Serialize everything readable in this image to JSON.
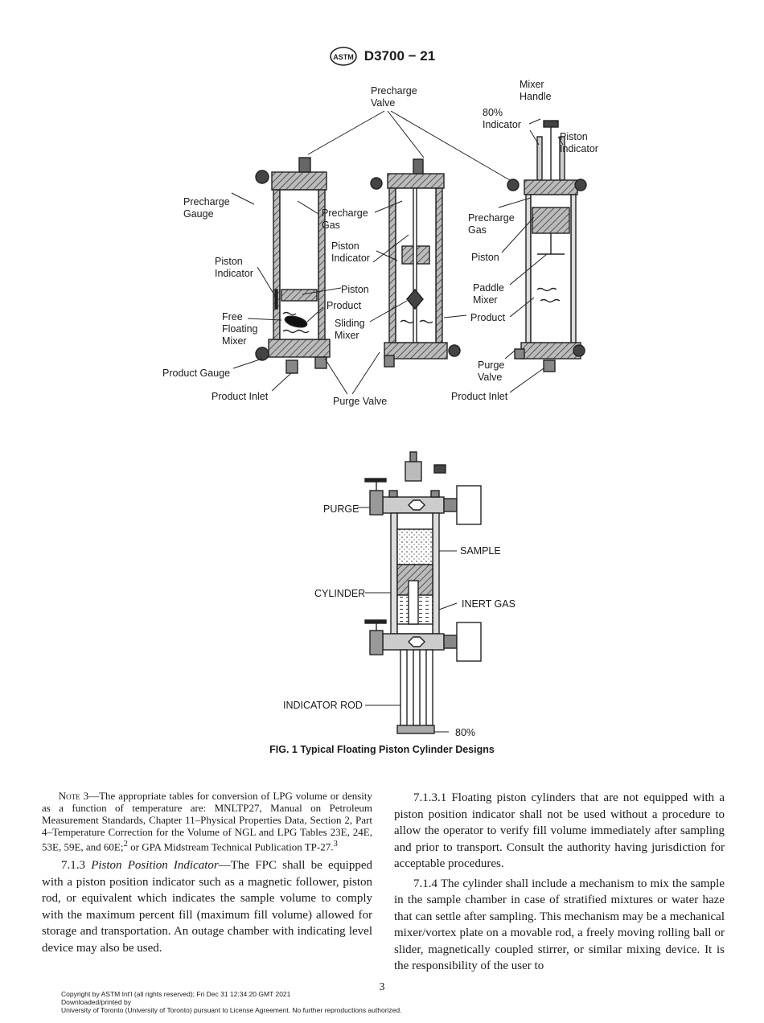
{
  "header": {
    "designation": "D3700 − 21",
    "logo_text": "ASTM"
  },
  "figure": {
    "labels": {
      "precharge_valve_1": "Precharge",
      "precharge_valve_2": "Valve",
      "mixer_handle_1": "Mixer",
      "mixer_handle_2": "Handle",
      "pct80_indicator_1": "80%",
      "pct80_indicator_2": "Indicator",
      "piston_indicator_r1": "Piston",
      "piston_indicator_r2": "Indicator",
      "precharge_gauge_1": "Precharge",
      "precharge_gauge_2": "Gauge",
      "precharge_gas_m1": "Precharge",
      "precharge_gas_m2": "Gas",
      "precharge_gas_r1": "Precharge",
      "precharge_gas_r2": "Gas",
      "piston_indicator_l1": "Piston",
      "piston_indicator_l2": "Indicator",
      "piston_indicator_m1": "Piston",
      "piston_indicator_m2": "Indicator",
      "piston_r": "Piston",
      "piston_m": "Piston",
      "paddle_mixer_1": "Paddle",
      "paddle_mixer_2": "Mixer",
      "product_l": "Product",
      "product_r": "Product",
      "free_floating_1": "Free",
      "free_floating_2": "Floating",
      "free_floating_3": "Mixer",
      "sliding_mixer_1": "Sliding",
      "sliding_mixer_2": "Mixer",
      "product_gauge": "Product Gauge",
      "purge_valve_r1": "Purge",
      "purge_valve_r2": "Valve",
      "product_inlet_l": "Product Inlet",
      "purge_valve_m": "Purge Valve",
      "product_inlet_r": "Product Inlet",
      "purge": "PURGE",
      "sample": "SAMPLE",
      "cylinder": "CYLINDER",
      "inert_gas": "INERT GAS",
      "indicator_rod": "INDICATOR ROD",
      "pct80": "80%"
    },
    "caption": "FIG. 1 Typical Floating Piston Cylinder Designs"
  },
  "text": {
    "note_label": "Note",
    "note_body": " 3—The appropriate tables for conversion of LPG volume or density as a function of temperature are: MNLTP27, Manual on Petroleum Measurement Standards, Chapter 11–Physical Properties Data, Section 2, Part 4–Temperature Correction for the Volume of NGL and LPG Tables 23E, 24E, 53E, 59E, and 60E;",
    "note_sup2": "2",
    "note_tail": " or GPA Midstream Technical Publication TP-27.",
    "note_sup3": "3",
    "p713_num": "7.1.3 ",
    "p713_title": "Piston Position Indicator",
    "p713_body": "—The FPC shall be equipped with a piston position indicator such as a magnetic follower, piston rod, or equivalent which indicates the sample volume to comply with the maximum percent fill (maximum fill volume) allowed for storage and transportation. An outage chamber with indicating level device may also be used.",
    "p7131": "7.1.3.1 Floating piston cylinders that are not equipped with a piston position indicator shall not be used without a procedure to allow the operator to verify fill volume immediately after sampling and prior to transport. Consult the authority having jurisdiction for acceptable procedures.",
    "p714": "7.1.4 The cylinder shall include a mechanism to mix the sample in the sample chamber in case of stratified mixtures or water haze that can settle after sampling. This mechanism may be a mechanical mixer/vortex plate on a movable rod, a freely moving rolling ball or slider, magnetically coupled stirrer, or similar mixing device. It is the responsibility of the user to"
  },
  "page_number": "3",
  "footer": {
    "line1": "Copyright by ASTM Int'l (all rights reserved); Fri Dec 31 12:34:20 GMT 2021",
    "line2": "Downloaded/printed by",
    "line3": "University of Toronto (University of Toronto) pursuant to License Agreement. No further reproductions authorized."
  }
}
